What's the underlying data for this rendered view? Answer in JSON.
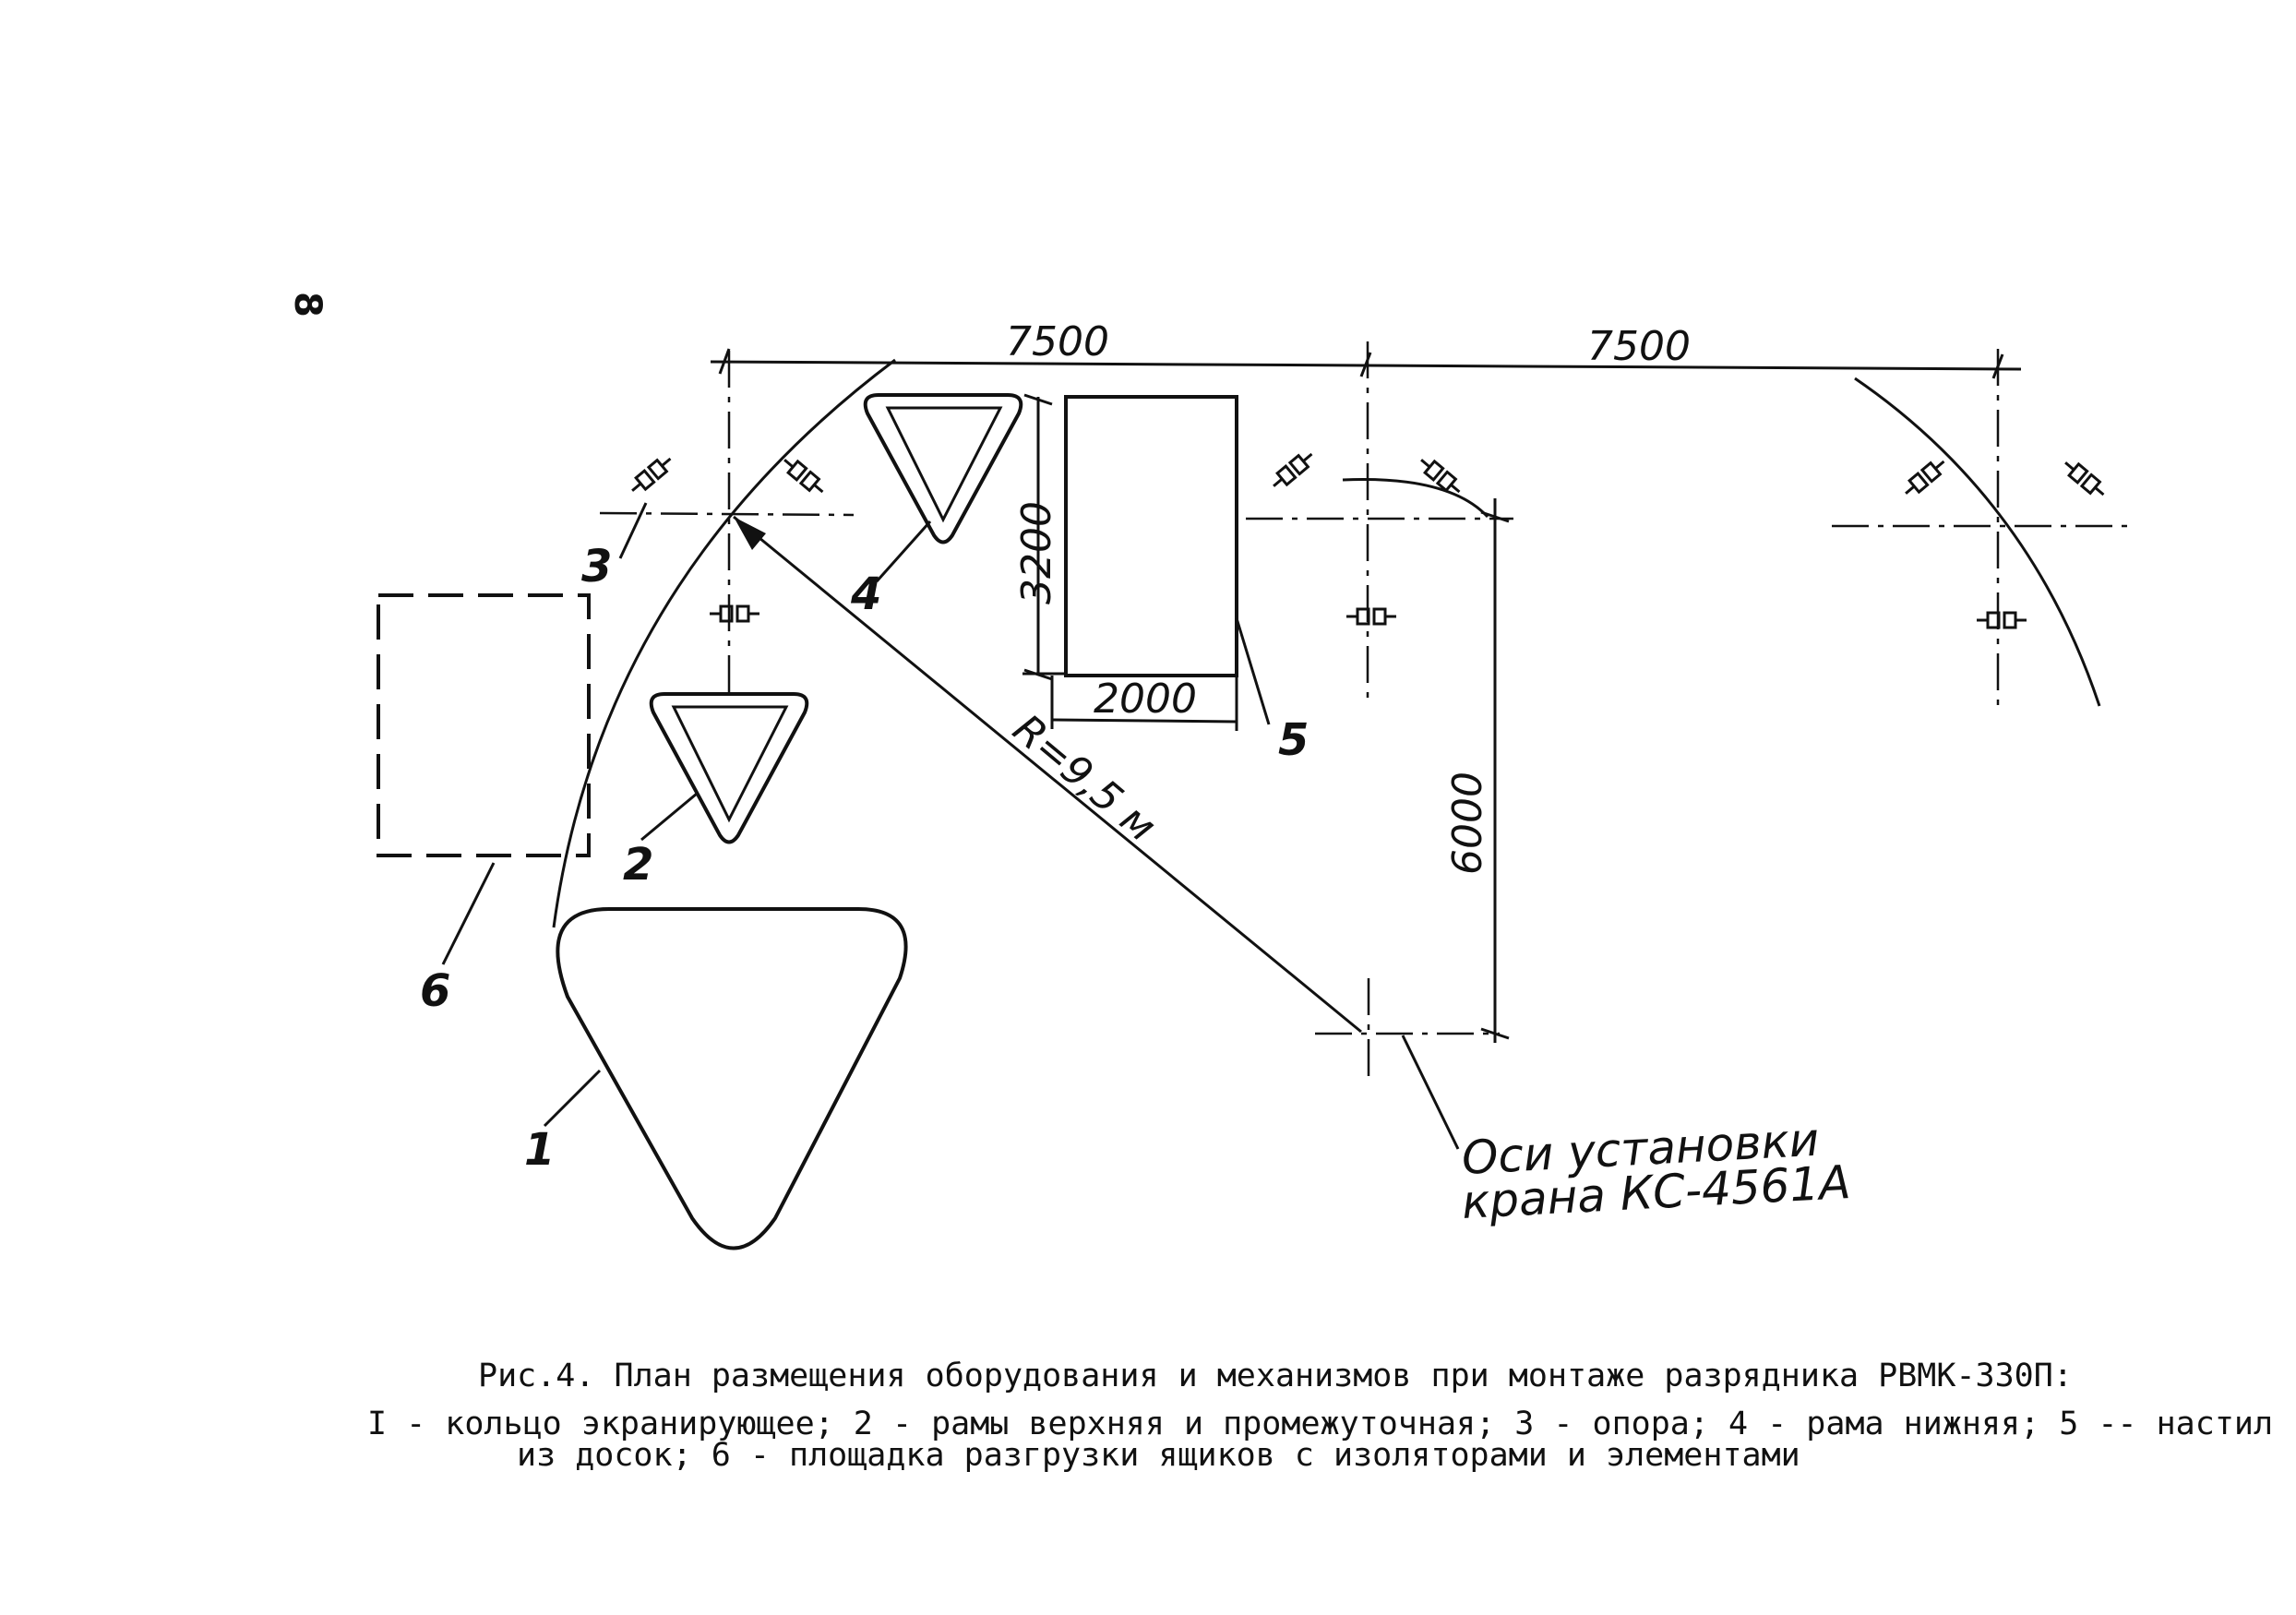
{
  "page_number": "8",
  "dimensions": {
    "top_left": "7500",
    "top_right": "7500",
    "frame_height": "3200",
    "frame_width": "2000",
    "crane_offset": "6000",
    "radius": "R=9,5 м"
  },
  "callouts": [
    "1",
    "2",
    "3",
    "4",
    "5",
    "6"
  ],
  "crane_label": {
    "line1": "Оси установки",
    "line2": "крана КС-4561А"
  },
  "caption": {
    "title": "Рис.4. План размещения оборудования и механизмов при монтаже разрядника РВМК-330П:",
    "line1": "I - кольцо экранирующее; 2 - рамы верхняя и промежуточная; 3 - опора; 4 - рама нижняя; 5 -- настил",
    "line2": "из досок; 6 - площадка разгрузки ящиков с изоляторами и элементами"
  }
}
